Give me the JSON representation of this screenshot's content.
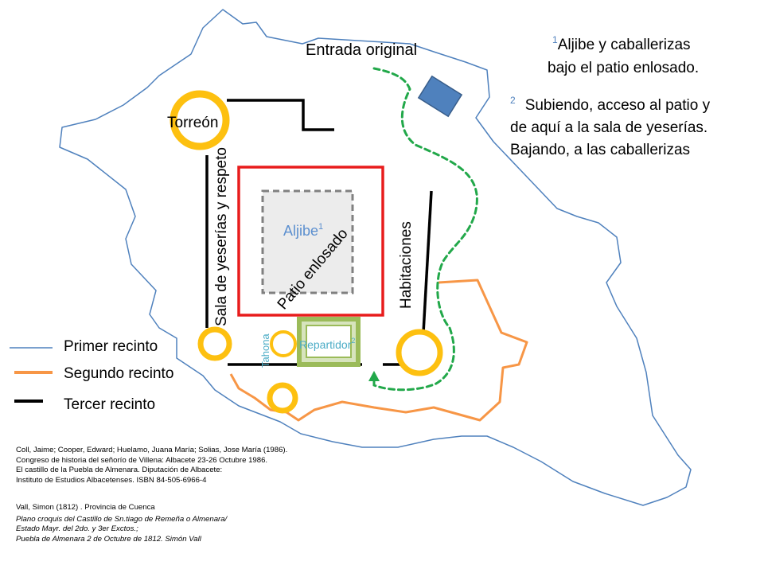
{
  "labels": {
    "entrada": "Entrada original",
    "torreon": "Torreón",
    "sala": "Sala de yeserías y respeto",
    "aljibe": "Aljibe",
    "aljibe_sup": "1",
    "patio": "Patio enlosado",
    "habitaciones": "Habitaciones",
    "tahona": "Tahona",
    "repartidor": "Repartidor",
    "repartidor_sup": "2"
  },
  "notes": {
    "n1_sup": "1",
    "n1_line1": "Aljibe y caballerizas",
    "n1_line2": "bajo el patio enlosado.",
    "n2_sup": "2",
    "n2_line1": "Subiendo, acceso al patio y",
    "n2_line2": "de aquí a la sala de yeserías.",
    "n2_line3": "Bajando, a las caballerizas"
  },
  "legend": [
    {
      "label": "Primer recinto",
      "color": "#4f81bd"
    },
    {
      "label": "Segundo recinto",
      "color": "#f79646"
    },
    {
      "label": "Tercer recinto",
      "color": "#000000"
    }
  ],
  "references": {
    "ref1": [
      "Coll, Jaime; Cooper, Edward; Huelamo, Juana María; Solias, Jose María (1986).",
      "Congreso de historia del señorío de Villena: Albacete 23-26 Octubre 1986.",
      "El castillo de la Puebla de Almenara. Diputación de Albacete:",
      "Instituto de Estudios Albacetenses. ISBN 84-505-6966-4"
    ],
    "ref2_title": "Vall, Simon (1812) . Provincia de Cuenca",
    "ref2_lines": [
      " Plano croquis del Castillo de Sn.tiago de Remeña o Almenara/",
      "Estado Mayr. del 2do. y 3er Exctos.;",
      "Puebla de Almenara 2 de Octubre de 1812. Simón Vall"
    ]
  },
  "colors": {
    "primer": "#4f81bd",
    "segundo": "#f79646",
    "tercer": "#000000",
    "patio_red": "#e81c1c",
    "tower_yellow": "#fdc010",
    "path_green": "#22a84a",
    "aljibe_fill": "#ececec",
    "aljibe_text": "#5b8fcf",
    "blue_box": "#4f81bd",
    "repartidor_fill": "#9bbb59",
    "tahona_text": "#4bacc6"
  }
}
